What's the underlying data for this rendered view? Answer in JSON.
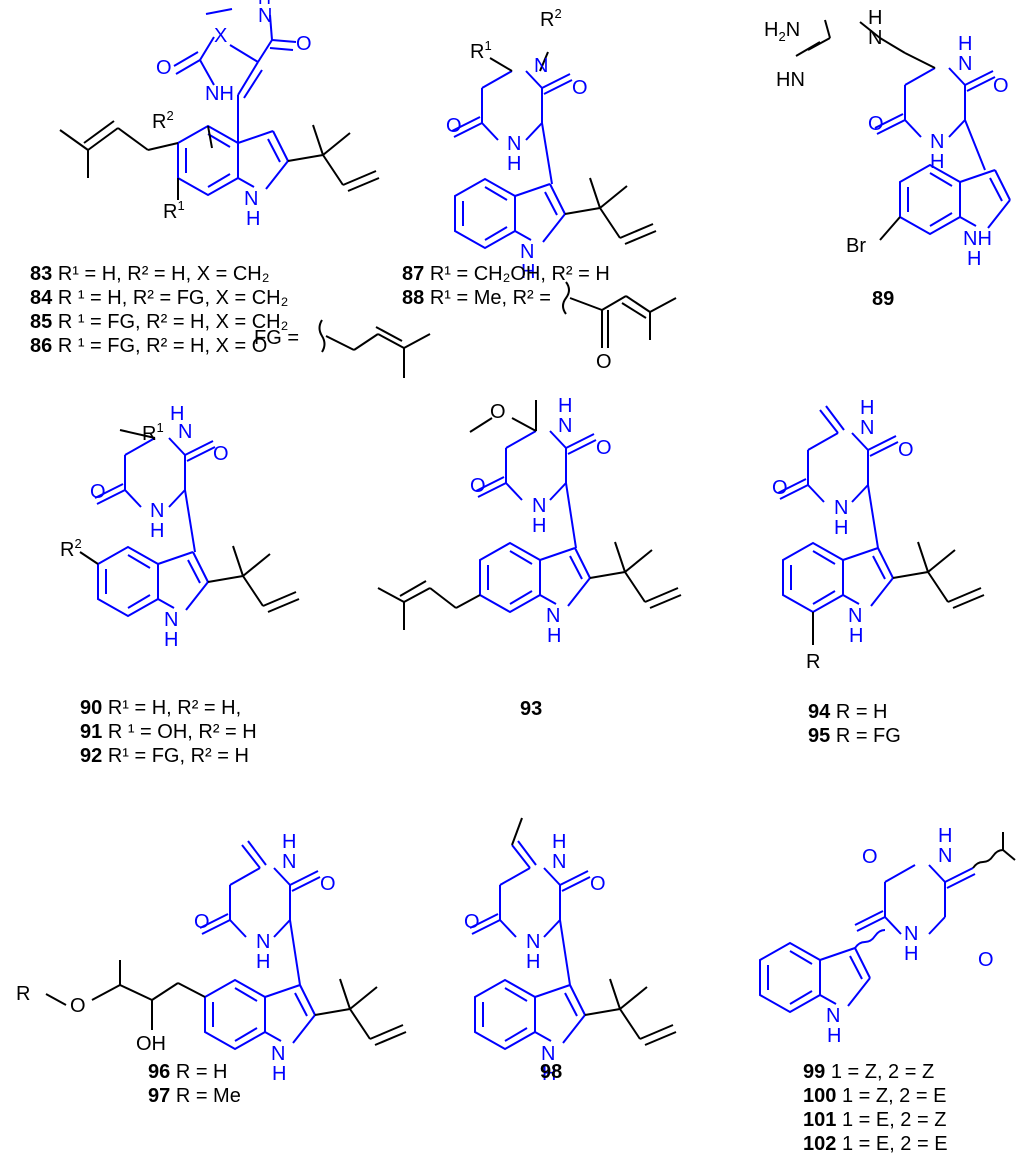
{
  "colors": {
    "scaffold": "#0000ff",
    "substituent": "#000000"
  },
  "structure_labels": {
    "r1": "R",
    "r1_sup": "1",
    "r2": "R",
    "r2_sup": "2",
    "r": "R",
    "x": "X",
    "n": "N",
    "nh": "NH",
    "h": "H",
    "o": "O",
    "oh": "OH",
    "br": "Br",
    "hn": "HN",
    "h2n": "H",
    "h2n_sub": "2",
    "h2n_n": "N",
    "fg": "FG ="
  },
  "captions": {
    "c83": {
      "num": "83",
      "text": "R¹ = H, R² = H, X = CH₂"
    },
    "c84": {
      "num": "84",
      "text": "R ¹ = H, R² = FG, X = CH₂"
    },
    "c85": {
      "num": "85",
      "text": "R ¹ = FG, R² = H, X = CH₂"
    },
    "c86": {
      "num": "86",
      "text": "R ¹ = FG, R² = H, X = O"
    },
    "c87": {
      "num": "87",
      "text": "R¹ = CH₂OH, R² = H"
    },
    "c88": {
      "num": "88",
      "text": "R¹ = Me, R² ="
    },
    "c89": {
      "num": "89"
    },
    "c90": {
      "num": "90",
      "text": "R¹ = H, R² = H,"
    },
    "c91": {
      "num": "91",
      "text": "R ¹ = OH, R² = H"
    },
    "c92": {
      "num": "92",
      "text": " R¹ = FG,  R² = H"
    },
    "c93": {
      "num": "93"
    },
    "c94": {
      "num": "94",
      "text": "R = H"
    },
    "c95": {
      "num": "95",
      "text": "R = FG"
    },
    "c96": {
      "num": "96",
      "text": "R = H"
    },
    "c97": {
      "num": "97",
      "text": "R = Me"
    },
    "c98": {
      "num": "98"
    },
    "c99": {
      "num": "99",
      "text": "1 = Z, 2 = Z"
    },
    "c100": {
      "num": "100",
      "text": "1 = Z, 2 = E"
    },
    "c101": {
      "num": "101",
      "text": "1 = E, 2 = Z"
    },
    "c102": {
      "num": "102",
      "text": "1 = E, 2 = E"
    }
  }
}
